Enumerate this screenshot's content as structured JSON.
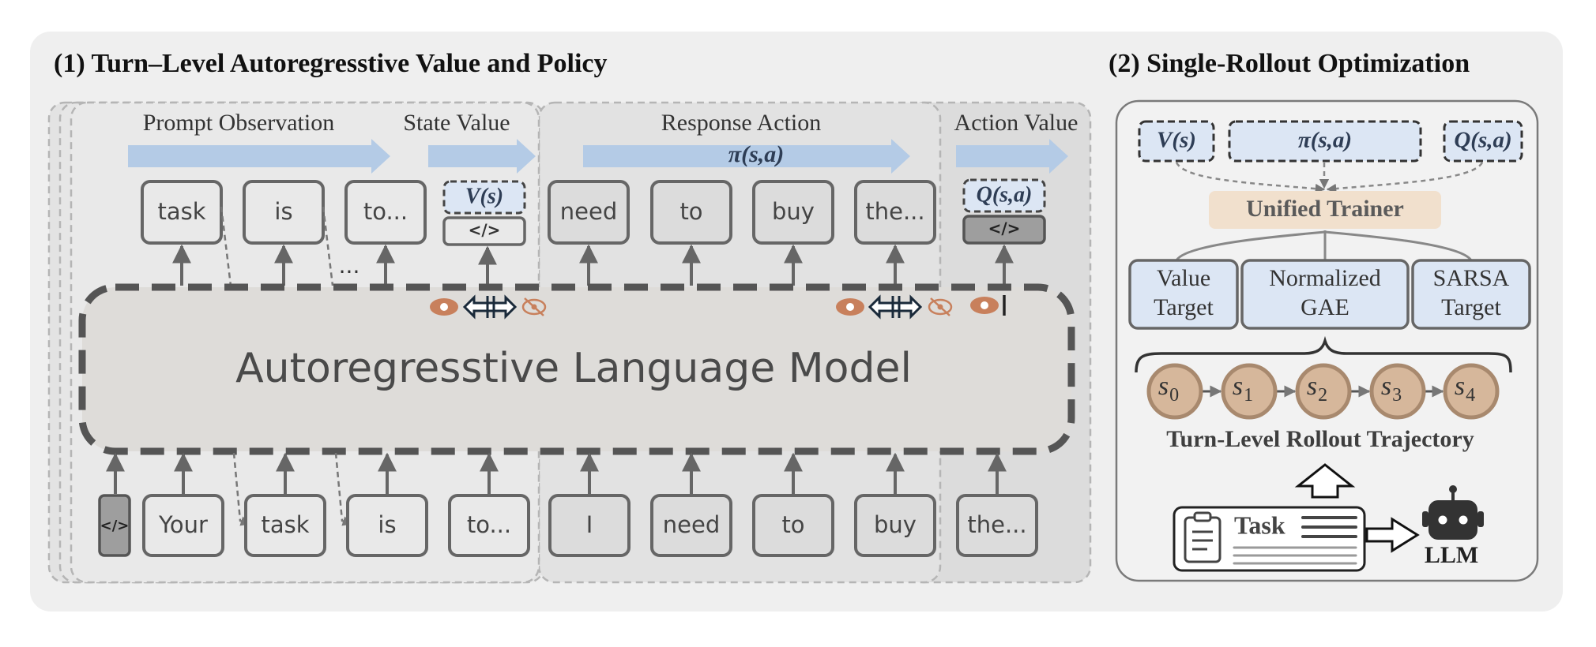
{
  "section1": {
    "title": "(1) Turn–Level Autoregresstive Value and Policy"
  },
  "section2": {
    "title": "(2) Single-Rollout Optimization"
  },
  "regions": {
    "prompt_observation": "Prompt Observation",
    "state_value": "State Value",
    "response_action": "Response Action",
    "action_value": "Action Value"
  },
  "formulas": {
    "v": "V(s)",
    "pi": "π(s,a)",
    "q": "Q(s,a)"
  },
  "end_tag": "</>",
  "ellipsis": "...",
  "model_label": "Autoregresstive Language Model",
  "output_tokens": [
    "task",
    "is",
    "to...",
    "need",
    "to",
    "buy",
    "the..."
  ],
  "input_tokens": [
    "Your",
    "task",
    "is",
    "to...",
    "I",
    "need",
    "to",
    "buy",
    "the..."
  ],
  "trainer": {
    "inputs": [
      "V(s)",
      "π(s,a)",
      "Q(s,a)"
    ],
    "label": "Unified Trainer",
    "targets": [
      {
        "line1": "Value",
        "line2": "Target"
      },
      {
        "line1": "Normalized",
        "line2": "GAE"
      },
      {
        "line1": "SARSA",
        "line2": "Target"
      }
    ],
    "states": [
      {
        "base": "s",
        "sub": "0"
      },
      {
        "base": "s",
        "sub": "1"
      },
      {
        "base": "s",
        "sub": "2"
      },
      {
        "base": "s",
        "sub": "3"
      },
      {
        "base": "s",
        "sub": "4"
      }
    ],
    "trajectory_label": "Turn-Level Rollout Trajectory",
    "task_label": "Task",
    "llm_label": "LLM"
  },
  "colors": {
    "eye": "#c8805c",
    "blue_arrow": "#b4cbe6",
    "blue_fill": "#dce6f4",
    "trainer_fill": "#f1e0cd",
    "state_fill": "#d6b79b",
    "state_stroke": "#a8896e",
    "stroke": "#5e5e5e"
  }
}
